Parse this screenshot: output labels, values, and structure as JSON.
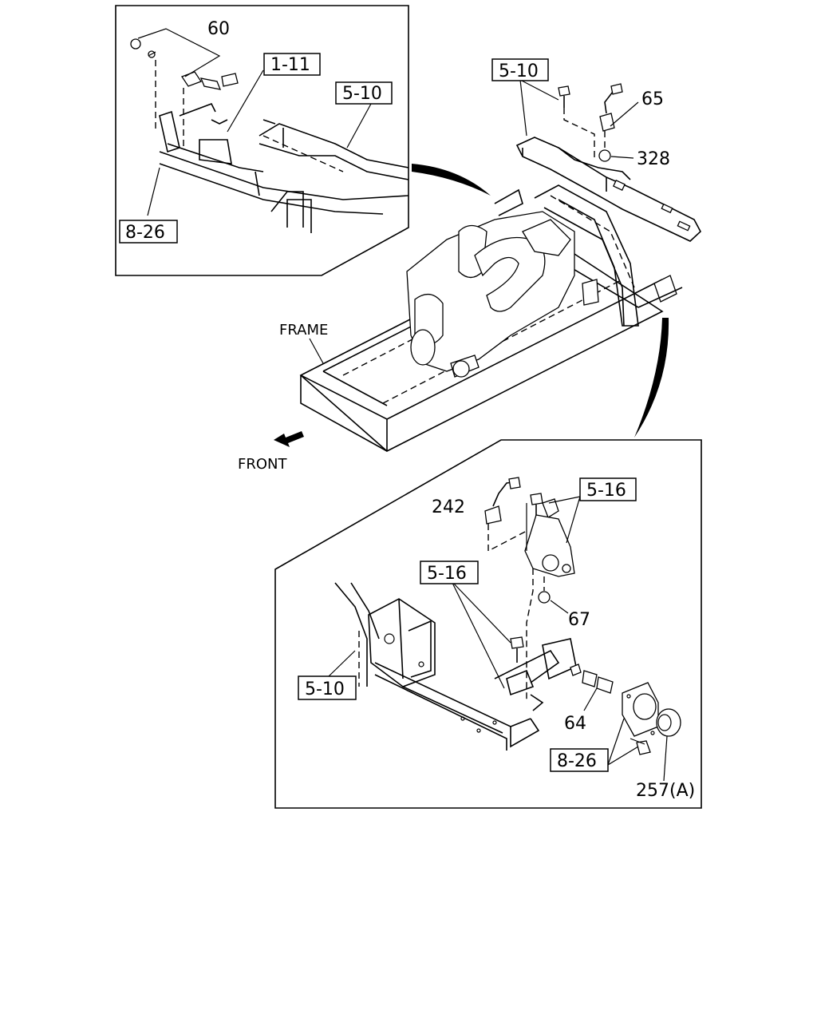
{
  "callouts": {
    "p60": "60",
    "p1_11": "1-11",
    "p5_10_inset": "5-10",
    "p8_26_inset": "8-26",
    "p5_10_top": "5-10",
    "p65": "65",
    "p328": "328",
    "p242": "242",
    "p5_16_a": "5-16",
    "p5_16_b": "5-16",
    "p67": "67",
    "p5_10_bottom": "5-10",
    "p64": "64",
    "p8_26_bottom": "8-26",
    "p257a": "257(A)"
  },
  "labels": {
    "frame": "FRAME",
    "front": "FRONT"
  }
}
